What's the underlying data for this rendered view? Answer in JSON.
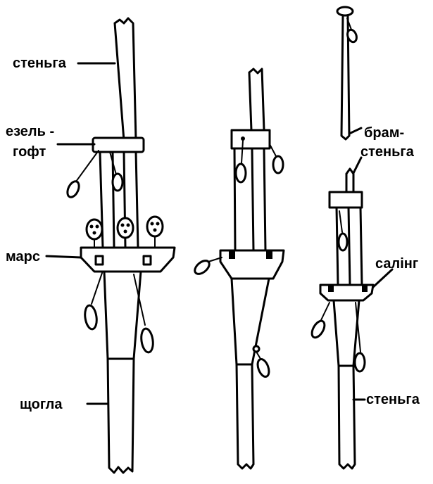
{
  "labels": {
    "topmast_left": "стеньга",
    "cap_line1": "езель -",
    "cap_line2": "гофт",
    "top_platform": "марс",
    "mast": "щогла",
    "topgallant_line1": "брам-",
    "topgallant_line2": "стеньга",
    "crosstrees": "салінг",
    "topmast_right": "стеньга"
  },
  "colors": {
    "line": "#000000",
    "background": "#ffffff"
  }
}
